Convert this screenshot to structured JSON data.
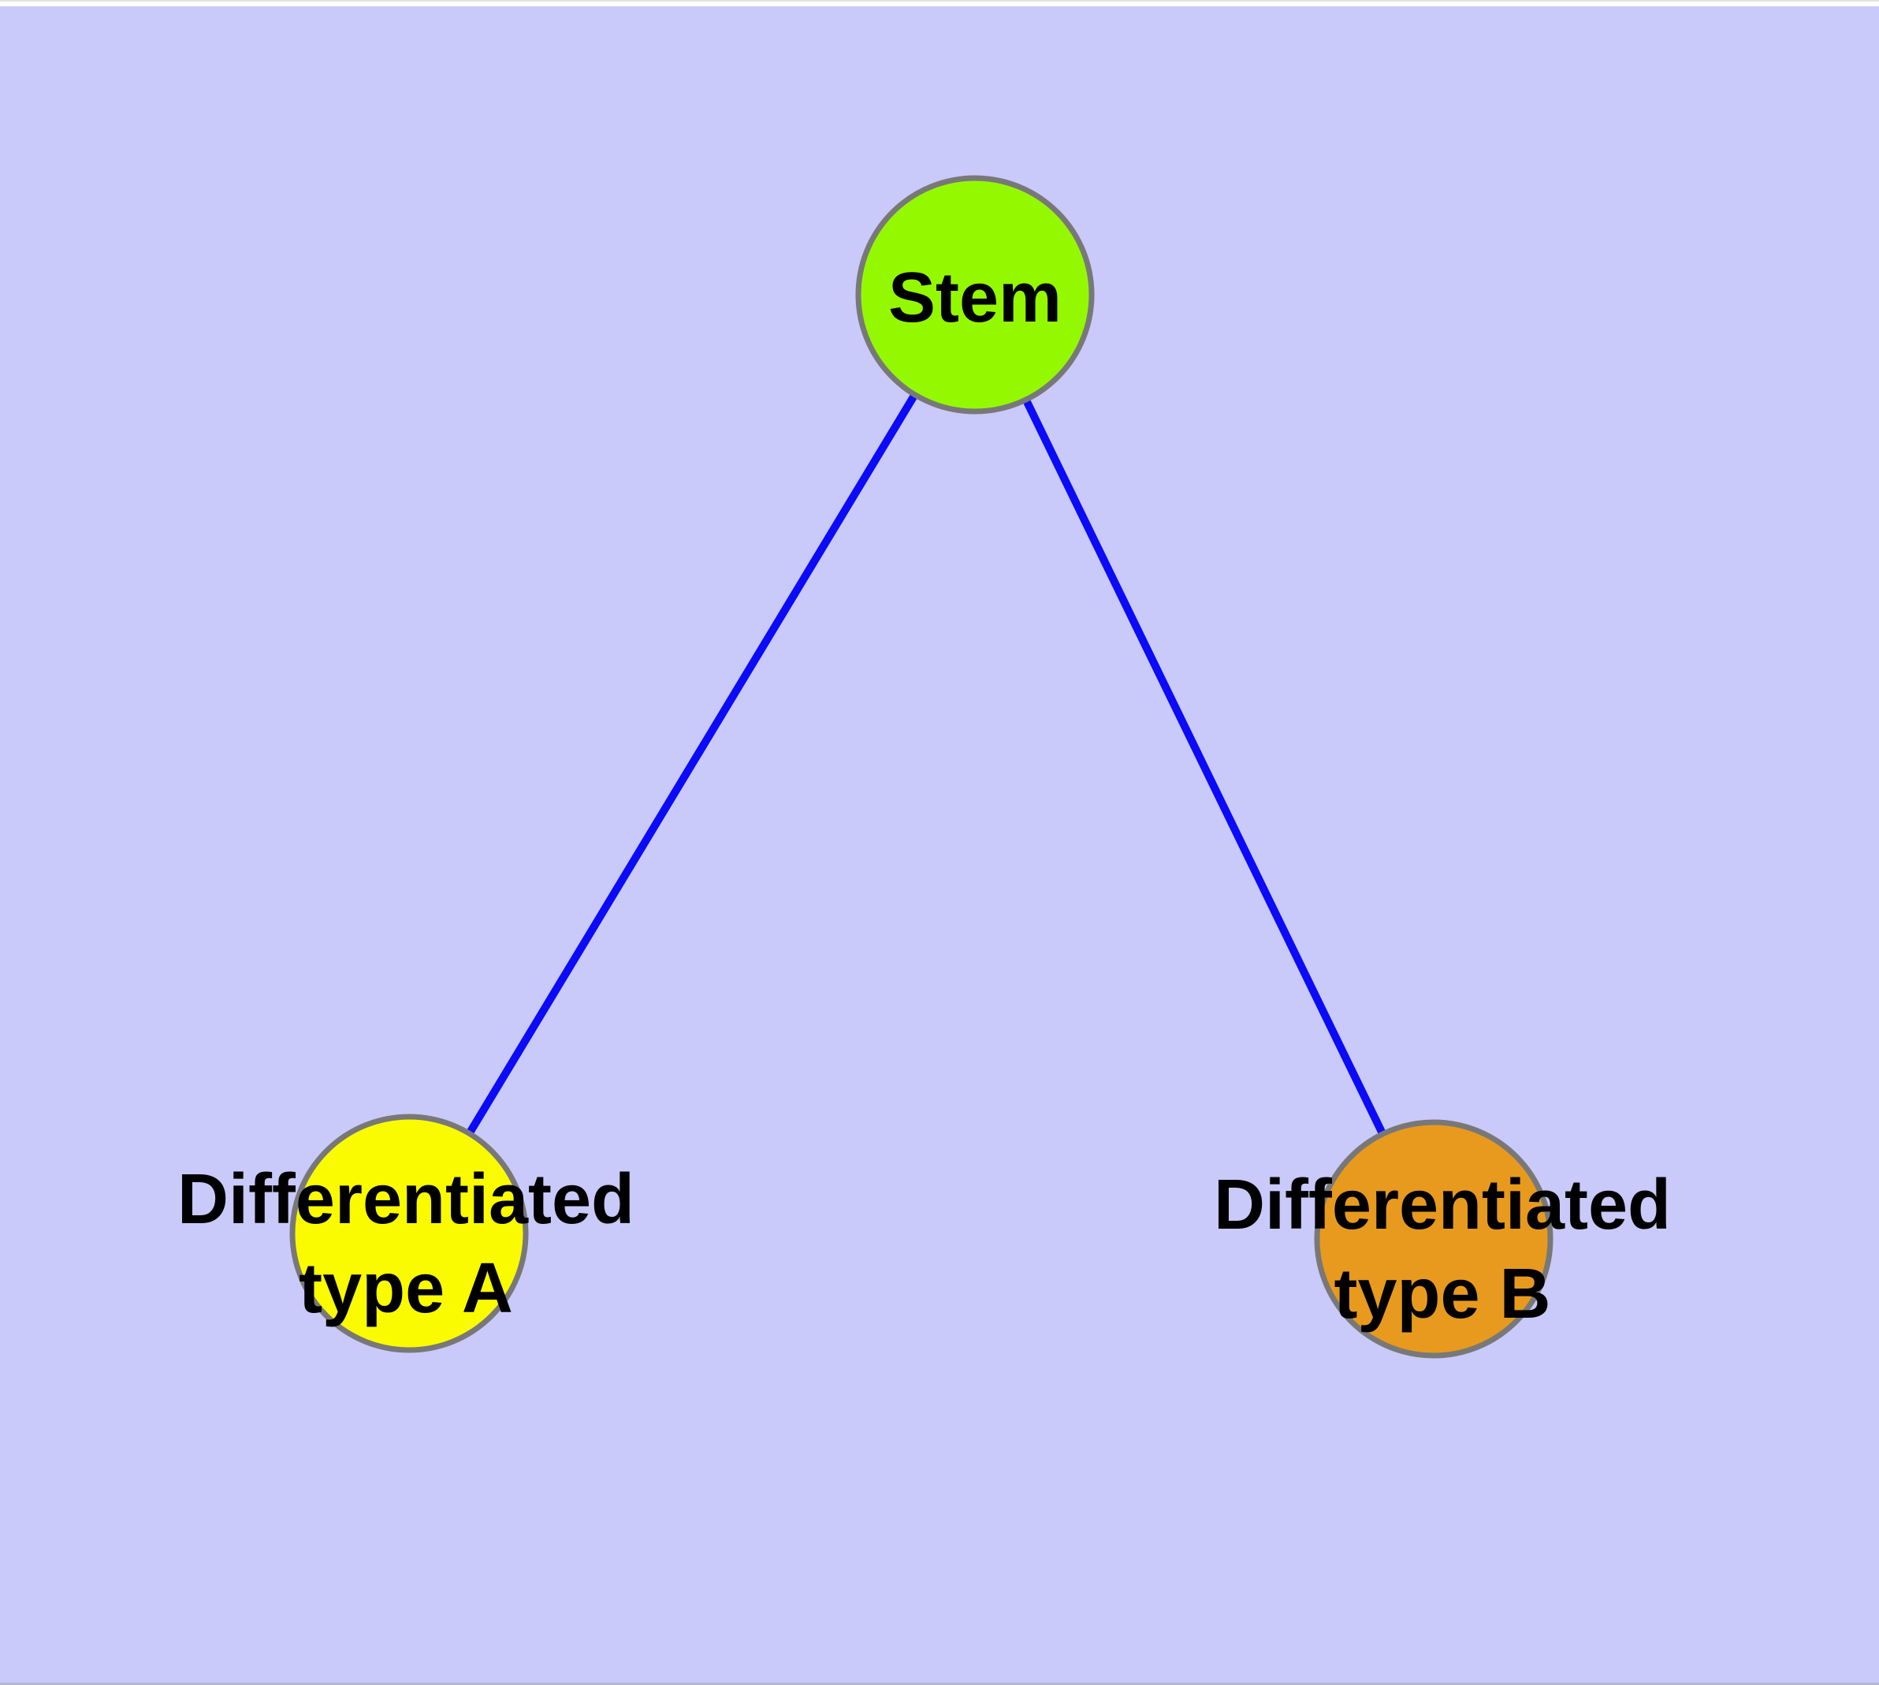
{
  "diagram": {
    "type": "graph",
    "background_color": "#c9c9fa",
    "frame": {
      "top_strip_color": "#ffffff",
      "top_edge_color": "#e2e2e2",
      "bottom_edge_color": "#b7b7cf"
    },
    "edge_color": "#0b0bf8",
    "node_border_color": "#787878",
    "label_color": "#000000",
    "nodes": [
      {
        "id": "stem",
        "label": "Stem",
        "fill": "#94f900"
      },
      {
        "id": "differentiated-type-a",
        "label": "Differentiated type A",
        "label_lines": [
          "Differentiated",
          "type A"
        ],
        "fill": "#fbfb00"
      },
      {
        "id": "differentiated-type-b",
        "label": "Differentiated type B",
        "label_lines": [
          "Differentiated",
          "type B"
        ],
        "fill": "#e89a1e"
      }
    ],
    "edges": [
      {
        "source": "Stem",
        "target": "Differentiated type A"
      },
      {
        "source": "Stem",
        "target": "Differentiated type B"
      }
    ]
  }
}
